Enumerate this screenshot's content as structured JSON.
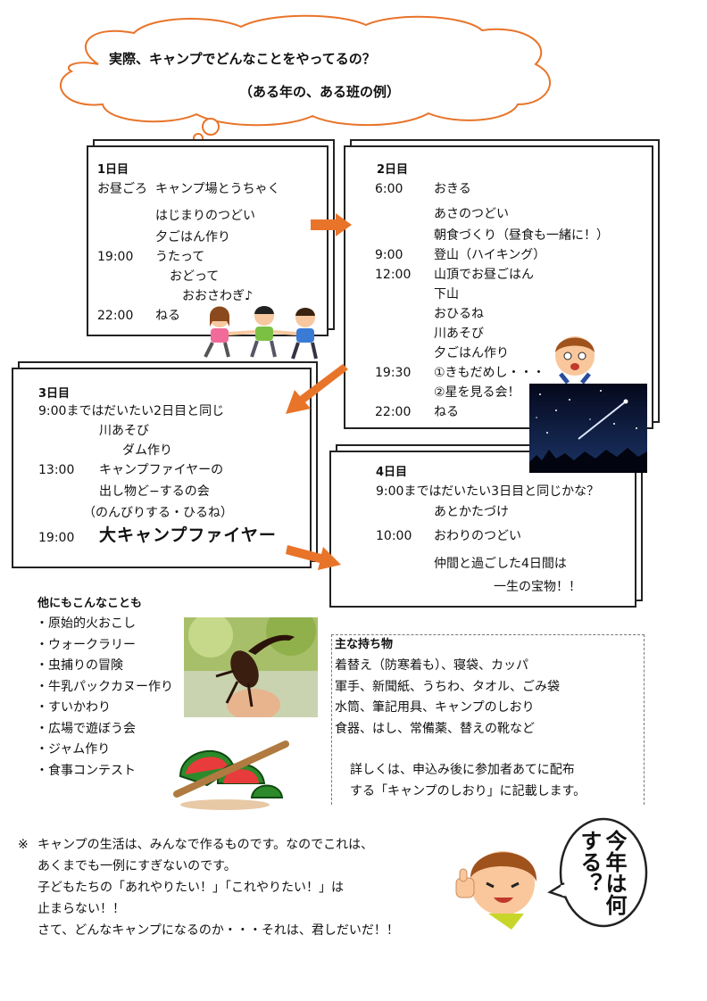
{
  "cloud": {
    "line1": "実際、キャンプでどんなことをやってるの？",
    "line2": "（ある年の、ある班の例）"
  },
  "day1": {
    "title": "1日目",
    "lines": [
      [
        "お昼ごろ",
        "キャンプ場とうちゃく"
      ],
      [
        "",
        "はじまりのつどい"
      ],
      [
        "",
        "夕ごはん作り"
      ],
      [
        "19:00",
        "うたって"
      ],
      [
        "",
        "おどって"
      ],
      [
        "",
        "おおさわぎ♪"
      ],
      [
        "22:00",
        "ねる"
      ]
    ]
  },
  "day2": {
    "title": "2日目",
    "lines": [
      [
        "6:00",
        "おきる"
      ],
      [
        "",
        "あさのつどい"
      ],
      [
        "",
        "朝食づくり（昼食も一緒に！）"
      ],
      [
        "9:00",
        "登山（ハイキング）"
      ],
      [
        "12:00",
        "山頂でお昼ごはん"
      ],
      [
        "",
        "下山"
      ],
      [
        "",
        "おひるね"
      ],
      [
        "",
        "川あそび"
      ],
      [
        "",
        "夕ごはん作り"
      ],
      [
        "19:30",
        "①きもだめし・・・"
      ],
      [
        "",
        "②星を見る会！"
      ],
      [
        "22:00",
        "ねる"
      ]
    ]
  },
  "day3": {
    "title": "3日目",
    "line1": "9:00まではだいたい2日目と同じ",
    "line2": "川あそび",
    "line3": "ダム作り",
    "line4_time": "13:00",
    "line4_text": "キャンプファイヤーの",
    "line5": "出し物ど−するの会",
    "line6": "（のんびりする・ひるね）",
    "line7_time": "19:00",
    "line7_text": "大キャンプファイヤー"
  },
  "day4": {
    "title": "4日目",
    "line1": "9:00まではだいたい3日目と同じかな？",
    "line2": "あとかたづけ",
    "line3_time": "10:00",
    "line3_text": "おわりのつどい",
    "line4": "仲間と過ごした4日間は",
    "line5": "一生の宝物！！"
  },
  "others": {
    "title": "他にもこんなことも",
    "items": [
      "・原始的火おこし",
      "・ウォークラリー",
      "・虫捕りの冒険",
      "・牛乳パックカヌー作り",
      "・すいかわり",
      "・広場で遊ぼう会",
      "・ジャム作り",
      "・食事コンテスト"
    ]
  },
  "belongings": {
    "title": "主な持ち物",
    "lines": [
      "着替え（防寒着も）、寝袋、カッパ",
      "軍手、新聞紙、うちわ、タオル、ごみ袋",
      "水筒、筆記用具、キャンプのしおり",
      "食器、はし、常備薬、替えの靴など"
    ],
    "detail1": "詳しくは、申込み後に参加者あてに配布",
    "detail2": "する「キャンプのしおり」に記載します。"
  },
  "note": {
    "mark": "※",
    "lines": [
      "キャンプの生活は、みんなで作るものです。なのでこれは、",
      "あくまでも一例にすぎないのです。",
      "子どもたちの「あれやりたい！」「これやりたい！」は",
      "止まらない！！",
      "さて、どんなキャンプになるのか・・・それは、君しだいだ！！"
    ]
  },
  "speech": {
    "text": "今年は何する？"
  },
  "colors": {
    "arrow": "#e8742a",
    "cloud_stroke": "#e8742a",
    "night": "#0b1433"
  }
}
